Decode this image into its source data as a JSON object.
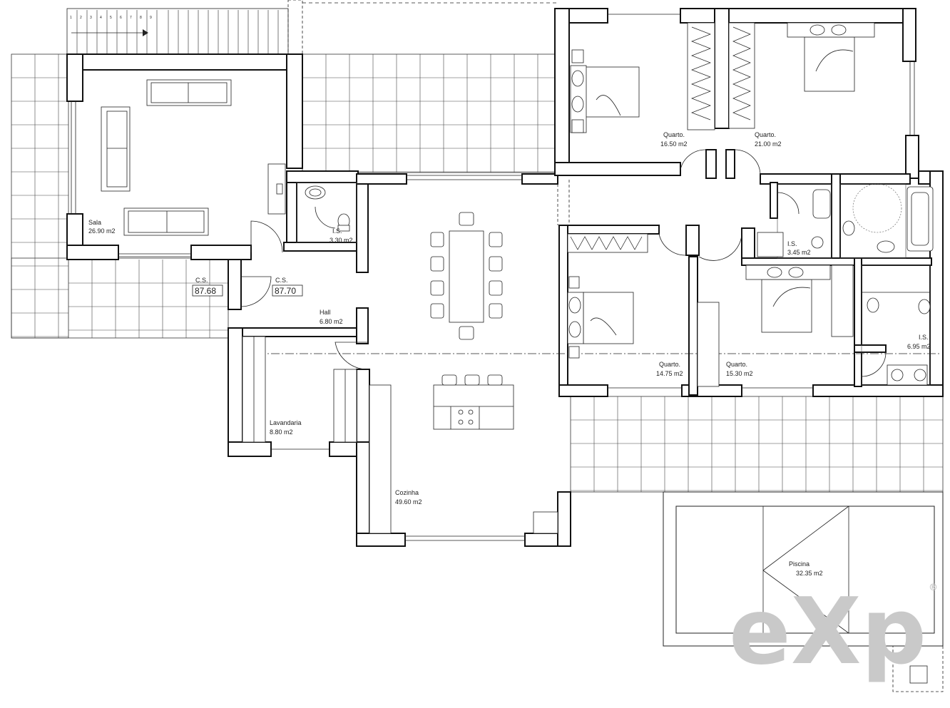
{
  "rooms": {
    "sala": {
      "name": "Sala",
      "area": "26.90 m2"
    },
    "is_small": {
      "name": "I.S.",
      "area": "3.30 m2"
    },
    "hall": {
      "name": "Hall",
      "area": "6.80 m2"
    },
    "lavandaria": {
      "name": "Lavandaria",
      "area": "8.80 m2"
    },
    "cozinha": {
      "name": "Cozinha",
      "area": "49.60 m2"
    },
    "quarto1": {
      "name": "Quarto.",
      "area": "16.50 m2"
    },
    "quarto2": {
      "name": "Quarto.",
      "area": "21.00 m2"
    },
    "quarto3": {
      "name": "Quarto.",
      "area": "14.75 m2"
    },
    "quarto4": {
      "name": "Quarto.",
      "area": "15.30 m2"
    },
    "is_mid": {
      "name": "I.S.",
      "area": "3.45 m2"
    },
    "is_right": {
      "name": "I.S.",
      "area": "6.95 m2"
    },
    "piscina": {
      "name": "Piscina",
      "area": "32.35 m2"
    }
  },
  "levels": [
    {
      "label": "C.S.",
      "value": "87.68"
    },
    {
      "label": "C.S.",
      "value": "87.70"
    }
  ],
  "stairs": {
    "steps": [
      "1",
      "2",
      "3",
      "4",
      "5",
      "6",
      "7",
      "8",
      "9"
    ]
  },
  "watermark": {
    "text": "eXp",
    "mark": "®"
  }
}
